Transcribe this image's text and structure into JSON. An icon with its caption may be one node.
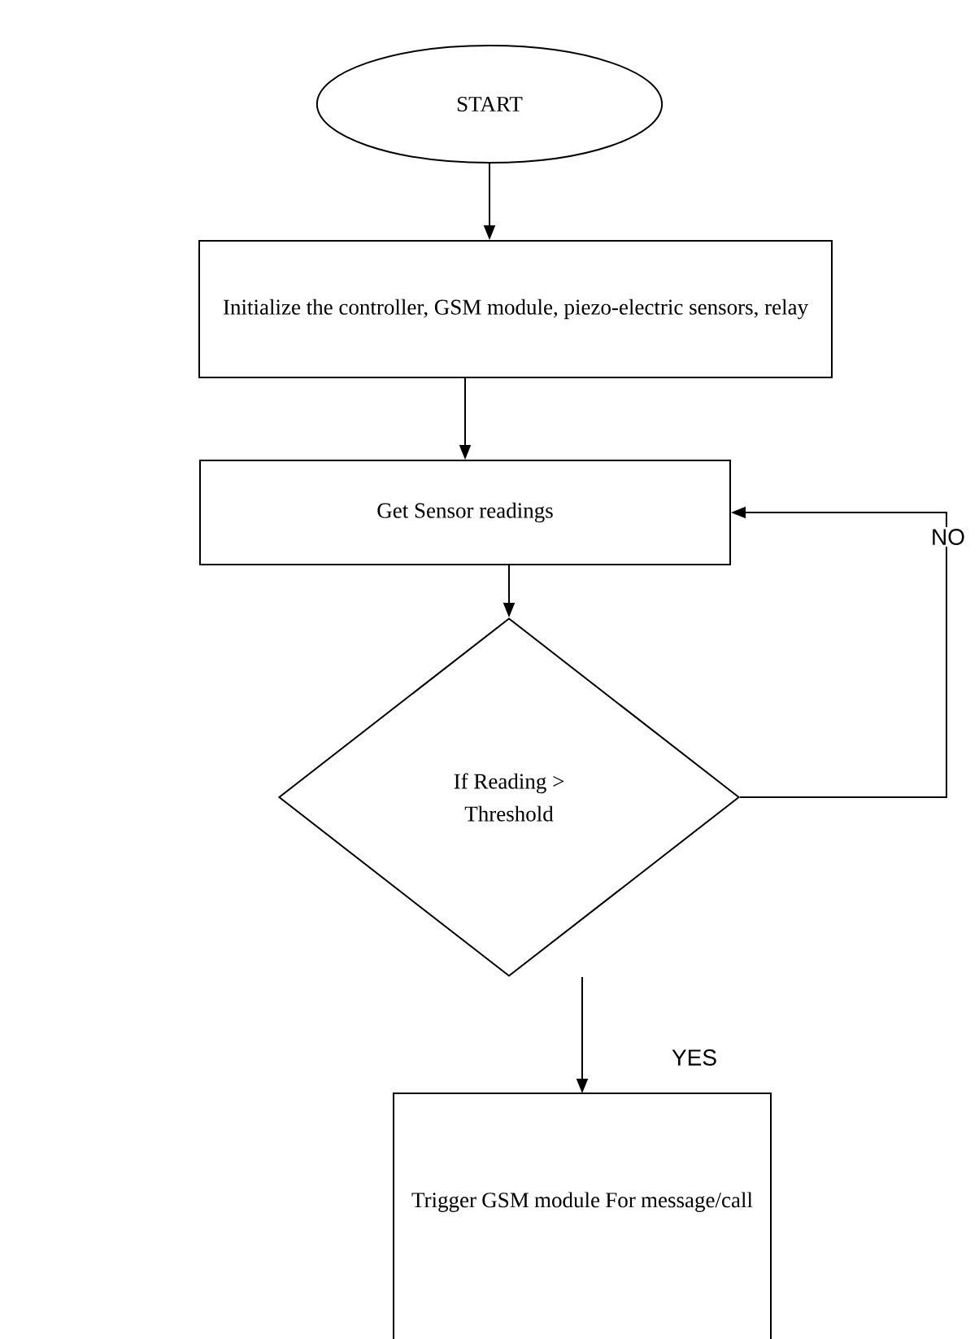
{
  "diagram": {
    "nodes": [
      {
        "text": [
          "START"
        ]
      },
      {
        "text": [
          "Initialize the controller, GSM module, piezo-electric sensors, relay"
        ]
      },
      {
        "text": [
          "Get Sensor readings"
        ]
      },
      {
        "text": [
          "If Reading > Threshold"
        ]
      },
      {
        "text": [
          "Trigger GSM module For message/call"
        ]
      }
    ],
    "edges": [
      {
        "from": 0,
        "to": 1,
        "arrow": "to"
      },
      {
        "from": 1,
        "to": 2,
        "arrow": "to"
      },
      {
        "from": 2,
        "to": 3,
        "arrow": "to"
      },
      {
        "from": 3,
        "to": 4,
        "arrow": "to",
        "label": "YES"
      },
      {
        "from": 3,
        "to": 2,
        "arrow": "to",
        "label": "NO"
      }
    ]
  }
}
